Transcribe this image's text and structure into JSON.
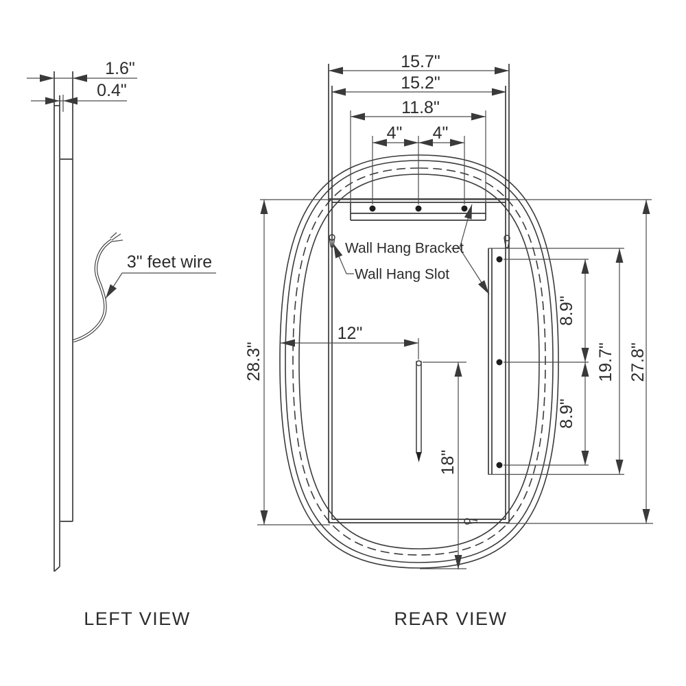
{
  "left_view": {
    "caption": "LEFT VIEW",
    "wire_label": "3\" feet wire",
    "dims": {
      "depth": "1.6\"",
      "glass": "0.4\""
    }
  },
  "rear_view": {
    "caption": "REAR VIEW",
    "labels": {
      "bracket": "Wall Hang Bracket",
      "slot": "Wall Hang Slot"
    },
    "dims": {
      "width_outer": "15.7\"",
      "width_inner": "15.2\"",
      "bracket_width": "11.8\"",
      "screw_left": "4\"",
      "screw_right": "4\"",
      "offset_left": "12\"",
      "sensor_bottom": "18\"",
      "height_outer": "28.3\"",
      "height_inner": "27.8\"",
      "rail": "19.7\"",
      "rail_upper": "8.9\"",
      "rail_lower": "8.9\""
    }
  }
}
